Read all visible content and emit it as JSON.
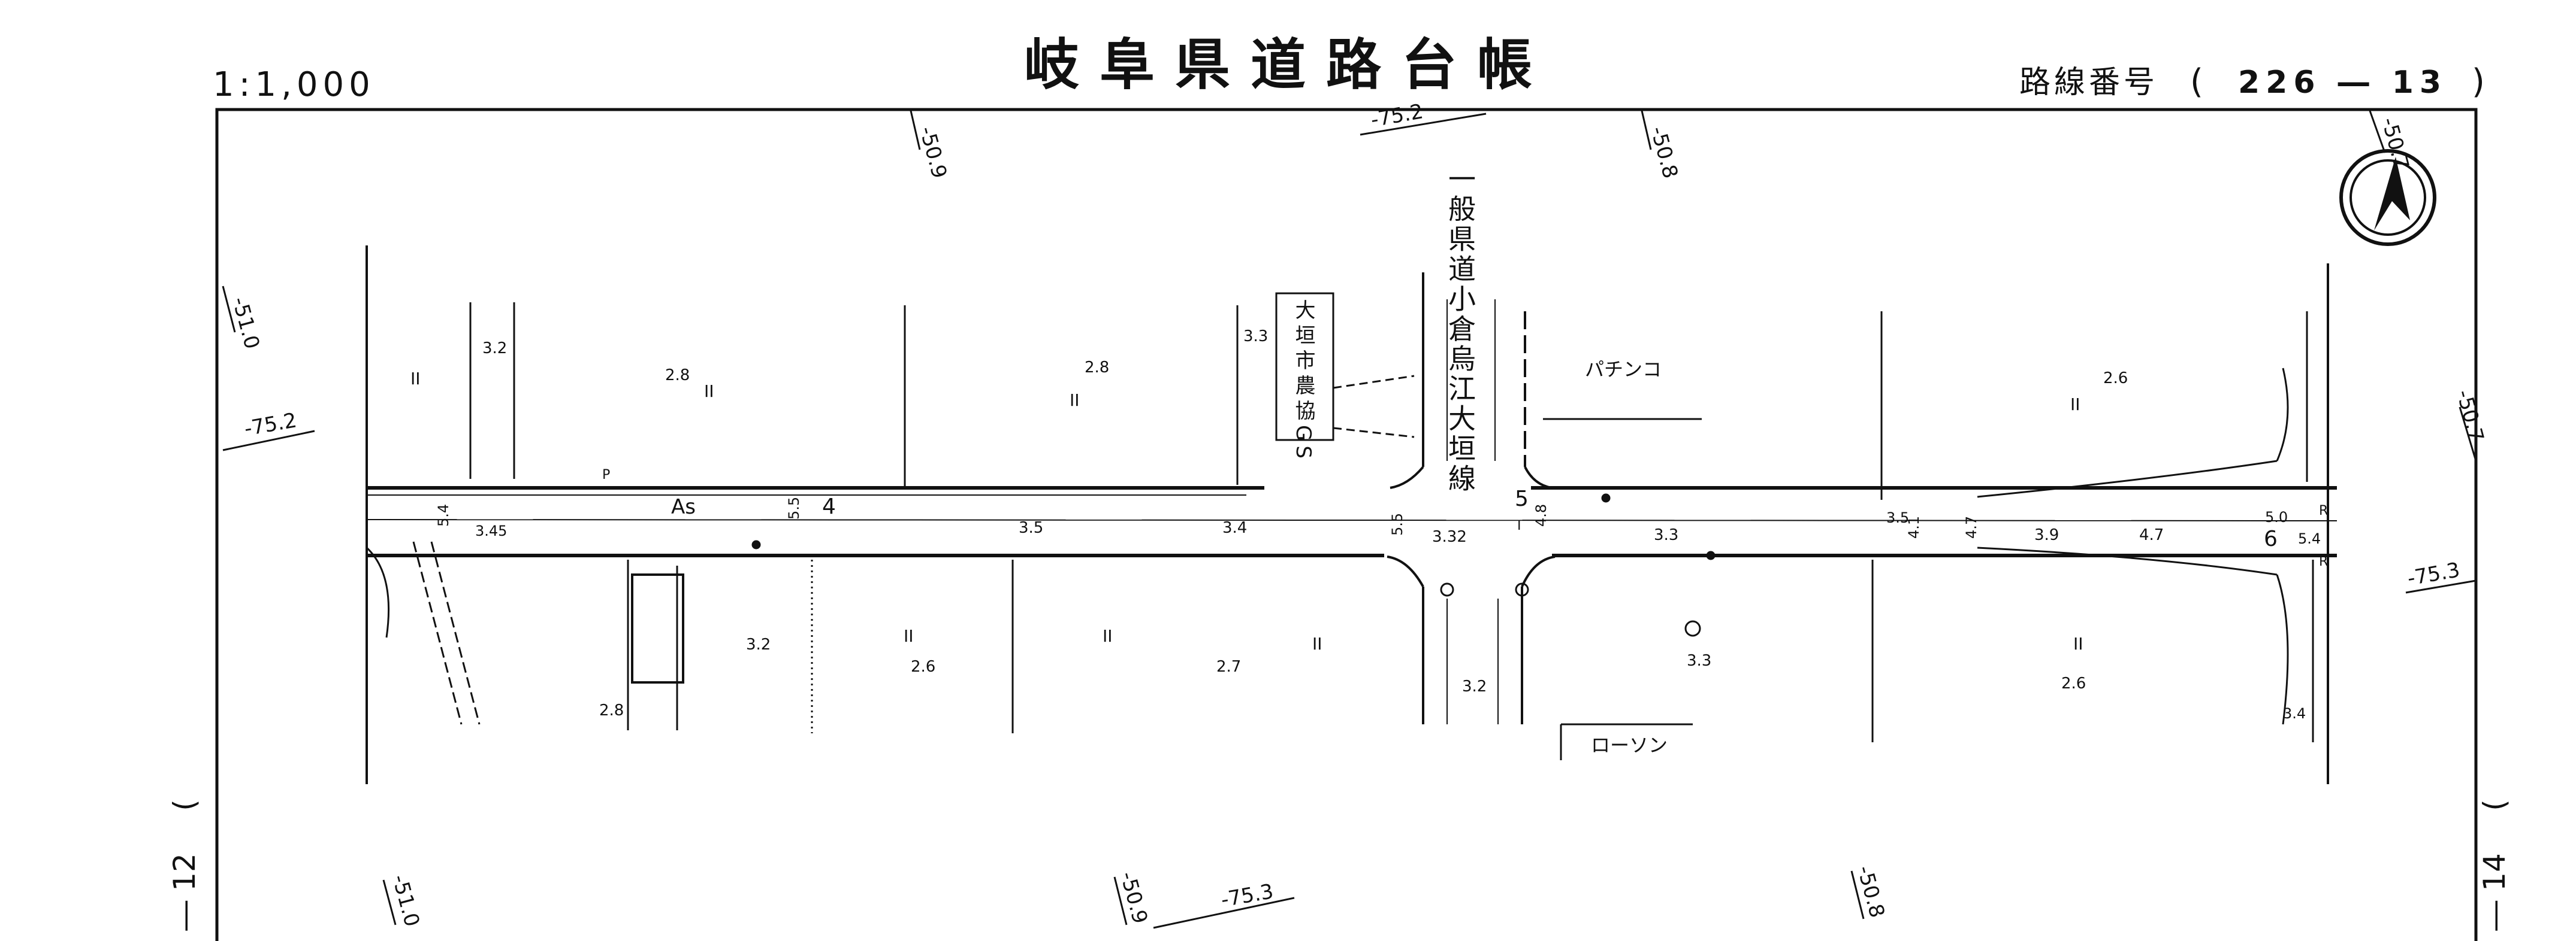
{
  "header": {
    "scale": "1:1,000",
    "title": "岐阜県道路台帳",
    "route_label": "路線番号",
    "route_paren_open": "(",
    "route_number": "226 ― 13",
    "route_paren_close": ")"
  },
  "side_sheets": {
    "left": "― 12",
    "left_paren": "(",
    "right": "― 14",
    "right_paren": "("
  },
  "north_arrow": {
    "icon": "north-arrow-icon"
  },
  "contours": {
    "top": [
      "-50.9",
      "-75.2",
      "-50.8",
      "-50.7"
    ],
    "left": [
      "-51.0",
      "-75.2"
    ],
    "right": [
      "-50.7",
      "-75.3"
    ],
    "bottom": [
      "-51.0",
      "-50.9",
      "-75.3",
      "-50.8"
    ]
  },
  "cross_road": {
    "label": "一般県道小倉烏江大垣線"
  },
  "buildings": {
    "gs": "大垣市農協GS",
    "pachinko": "パチンコ",
    "lawson": "ローソン",
    "surface": "As"
  },
  "road_marks": {
    "section_numbers": [
      "4",
      "5",
      "6"
    ],
    "widths": [
      "5.4",
      "3.45",
      "5.5",
      "5.5",
      "4.8",
      "3.5",
      "4.1",
      "4.7",
      "5.0",
      "5.4",
      "3.4"
    ],
    "center_elevations": [
      "3.5",
      "3.4",
      "3.32",
      "3.3",
      "3.9",
      "4.7"
    ],
    "lot_elevations": [
      "3.2",
      "2.8",
      "2.8",
      "3.3",
      "2.6",
      "3.2",
      "2.6",
      "2.7",
      "3.2",
      "3.3",
      "2.6",
      "2.8"
    ],
    "field_marks": [
      "II",
      "II",
      "II",
      "II",
      "II",
      "II",
      "II",
      "II"
    ],
    "letters": [
      "R",
      "R",
      "I",
      "P"
    ]
  }
}
